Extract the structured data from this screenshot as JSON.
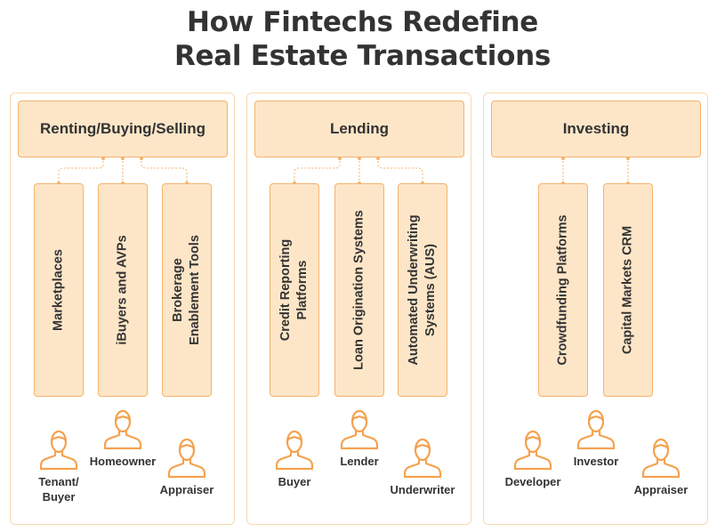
{
  "title": {
    "line1": "How Fintechs Redefine",
    "line2": "Real Estate Transactions"
  },
  "colors": {
    "fill": "#fde6c8",
    "stroke": "#f4b36e",
    "panel_border": "#f8d9b0",
    "text": "#333333",
    "person": "#f4a24f"
  },
  "panels": [
    {
      "header": "Renting/Buying/Selling",
      "columns": [
        {
          "line1": "Marketplaces",
          "line2": ""
        },
        {
          "line1": "iBuyers and AVPs",
          "line2": ""
        },
        {
          "line1": "Brokerage",
          "line2": "Enablement Tools"
        }
      ],
      "people": [
        {
          "icon": "person-icon",
          "line1": "Tenant/",
          "line2": "Buyer"
        },
        {
          "icon": "person-icon",
          "line1": "Homeowner",
          "line2": ""
        },
        {
          "icon": "person-icon",
          "line1": "Appraiser",
          "line2": ""
        }
      ]
    },
    {
      "header": "Lending",
      "columns": [
        {
          "line1": "Credit Reporting",
          "line2": "Platforms"
        },
        {
          "line1": "Loan Origination Systems",
          "line2": ""
        },
        {
          "line1": "Automated Underwriting",
          "line2": "Systems (AUS)"
        }
      ],
      "people": [
        {
          "icon": "person-icon",
          "line1": "Buyer",
          "line2": ""
        },
        {
          "icon": "person-icon",
          "line1": "Lender",
          "line2": ""
        },
        {
          "icon": "person-icon",
          "line1": "Underwriter",
          "line2": ""
        }
      ]
    },
    {
      "header": "Investing",
      "columns": [
        {
          "line1": "Crowdfunding Platforms",
          "line2": ""
        },
        {
          "line1": "Capital Markets CRM",
          "line2": ""
        }
      ],
      "people": [
        {
          "icon": "person-icon",
          "line1": "Developer",
          "line2": ""
        },
        {
          "icon": "person-icon",
          "line1": "Investor",
          "line2": ""
        },
        {
          "icon": "person-icon",
          "line1": "Appraiser",
          "line2": ""
        }
      ]
    }
  ]
}
